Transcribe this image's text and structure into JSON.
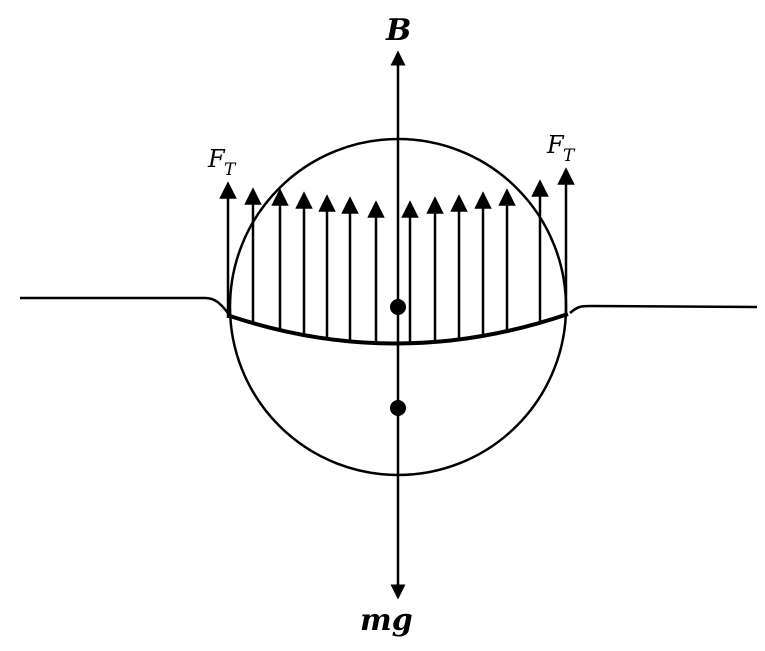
{
  "labels": {
    "buoyancy": "B",
    "weight": "mg",
    "tension_left_main": "F",
    "tension_left_sub": "T",
    "tension_right_main": "F",
    "tension_right_sub": "T"
  },
  "colors": {
    "stroke": "#000000",
    "background": "#ffffff"
  }
}
